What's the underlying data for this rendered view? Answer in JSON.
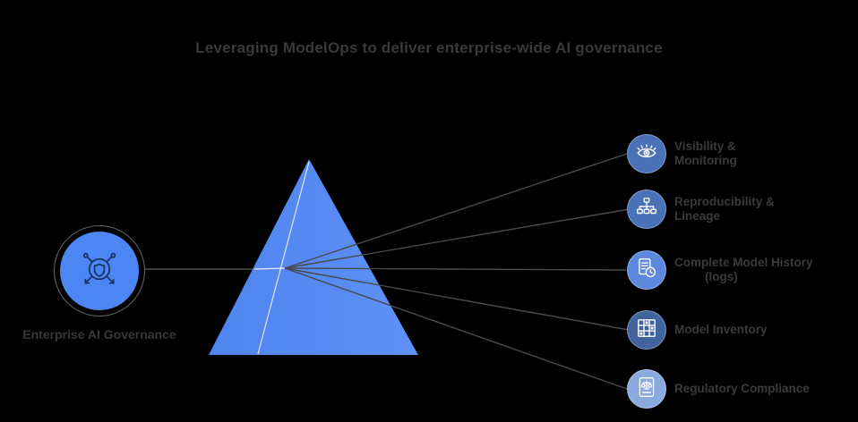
{
  "title": "Leveraging ModelOps to deliver enterprise-wide AI governance",
  "background": "#000000",
  "text_color": "#3a3a3a",
  "ray_color": "#4a4a4a",
  "prism": {
    "fill": "#568bf4",
    "facet_line_color": "#ffffff"
  },
  "source": {
    "icon": "shield-network-icon",
    "label": "Enterprise AI Governance",
    "circle_color": "#4c86f4"
  },
  "outputs": [
    {
      "icon": "eye-icon",
      "circle_color": "#4a72b8",
      "line1": "Visibility &",
      "line2": "Monitoring"
    },
    {
      "icon": "sitemap-icon",
      "circle_color": "#4a72b8",
      "line1": "Reproducibility &",
      "line2": "Lineage"
    },
    {
      "icon": "document-history-icon",
      "circle_color": "#5c89dd",
      "line1": "Complete Model History",
      "line2": "(logs)"
    },
    {
      "icon": "grid-icon",
      "circle_color": "#41639e",
      "line1": "Model Inventory",
      "line2": ""
    },
    {
      "icon": "scales-icon",
      "circle_color": "#8aa9dc",
      "line1": "Regulatory Compliance",
      "line2": ""
    }
  ]
}
